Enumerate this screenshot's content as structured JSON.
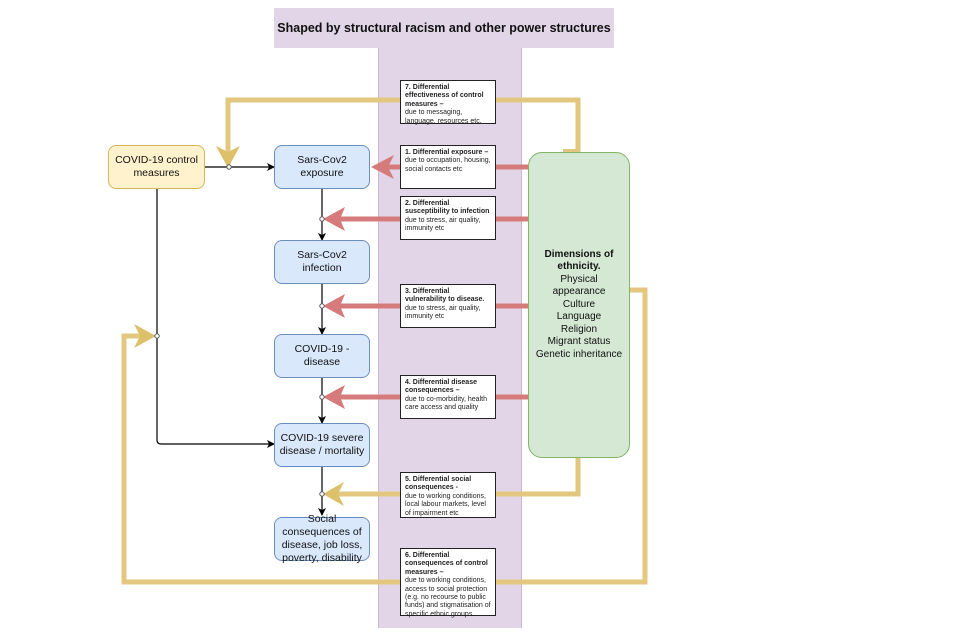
{
  "header": {
    "title": "Shaped by structural racism and other power structures"
  },
  "colors": {
    "band": "#e1d5e7",
    "flow_box_fill": "#dae8fc",
    "flow_box_border": "#6c8ebf",
    "control_box_fill": "#fff2cc",
    "control_box_border": "#d6b656",
    "ethnicity_box_fill": "#d5e8d4",
    "ethnicity_box_border": "#82b366",
    "red_arrow": "#d67b7b",
    "gold_arrow": "#e3c77e"
  },
  "control_measures": {
    "label": "COVID-19 control measures"
  },
  "pathway": [
    {
      "id": "exposure",
      "label": "Sars-Cov2 exposure"
    },
    {
      "id": "infection",
      "label": "Sars-Cov2 infection"
    },
    {
      "id": "disease",
      "label": "COVID-19 -disease"
    },
    {
      "id": "severe",
      "label": "COVID-19  severe disease / mortality"
    },
    {
      "id": "social",
      "label": "Social consequences of disease, job loss, poverty, disability"
    }
  ],
  "notes": [
    {
      "id": "n7",
      "title": "7. Differential effectiveness of control measures –",
      "body": "due to messaging, language, resources etc."
    },
    {
      "id": "n1",
      "title": "1. Differential exposure –",
      "body": "due to occupation, housing, social contacts etc"
    },
    {
      "id": "n2",
      "title": "2. Differential susceptibility to infection",
      "body": "due to stress, air quality, immunity etc"
    },
    {
      "id": "n3",
      "title": "3. Differential vulnerability to disease.",
      "body": "due to stress, air quality, immunity etc"
    },
    {
      "id": "n4",
      "title": "4. Differential disease consequences –",
      "body": "due to co-morbidity, health care access and quality"
    },
    {
      "id": "n5",
      "title": "5. Differential social consequences -",
      "body": "due to working conditions, local labour markets, level of impairment etc"
    },
    {
      "id": "n6",
      "title": "6. Differential consequences of control measures –",
      "body": "due to working conditions, access to social protection (e.g. no recourse to public funds) and stigmatisation of specific ethnic groups."
    }
  ],
  "ethnicity": {
    "title": "Dimensions of ethnicity.",
    "items": [
      "Physical appearance",
      "Culture",
      "Language",
      "Religion",
      "Migrant status",
      "Genetic inheritance"
    ]
  }
}
